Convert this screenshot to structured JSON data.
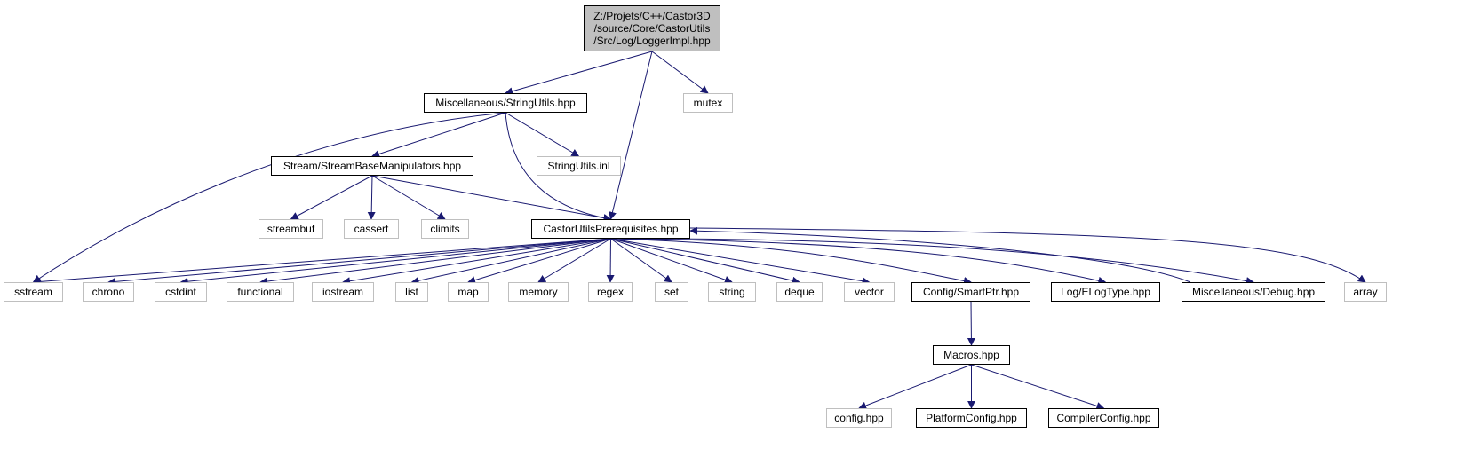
{
  "diagram": {
    "edge_color": "#191970",
    "root_fill": "#bfbfbf",
    "external_border": "#bfbfbf",
    "root": {
      "id": "root",
      "lines": [
        "Z:/Projets/C++/Castor3D",
        "/source/Core/CastorUtils",
        "/Src/Log/LoggerImpl.hpp"
      ]
    },
    "nodes": [
      {
        "id": "stringutils",
        "label": "Miscellaneous/StringUtils.hpp",
        "kind": "doc"
      },
      {
        "id": "mutex",
        "label": "mutex",
        "kind": "ext"
      },
      {
        "id": "streambase",
        "label": "Stream/StreamBaseManipulators.hpp",
        "kind": "doc"
      },
      {
        "id": "stringutilsinl",
        "label": "StringUtils.inl",
        "kind": "ext"
      },
      {
        "id": "streambuf",
        "label": "streambuf",
        "kind": "ext"
      },
      {
        "id": "cassert",
        "label": "cassert",
        "kind": "ext"
      },
      {
        "id": "climits",
        "label": "climits",
        "kind": "ext"
      },
      {
        "id": "prereq",
        "label": "CastorUtilsPrerequisites.hpp",
        "kind": "doc"
      },
      {
        "id": "sstream",
        "label": "sstream",
        "kind": "ext"
      },
      {
        "id": "chrono",
        "label": "chrono",
        "kind": "ext"
      },
      {
        "id": "cstdint",
        "label": "cstdint",
        "kind": "ext"
      },
      {
        "id": "functional",
        "label": "functional",
        "kind": "ext"
      },
      {
        "id": "iostream",
        "label": "iostream",
        "kind": "ext"
      },
      {
        "id": "list",
        "label": "list",
        "kind": "ext"
      },
      {
        "id": "map",
        "label": "map",
        "kind": "ext"
      },
      {
        "id": "memory",
        "label": "memory",
        "kind": "ext"
      },
      {
        "id": "regex",
        "label": "regex",
        "kind": "ext"
      },
      {
        "id": "set",
        "label": "set",
        "kind": "ext"
      },
      {
        "id": "string",
        "label": "string",
        "kind": "ext"
      },
      {
        "id": "deque",
        "label": "deque",
        "kind": "ext"
      },
      {
        "id": "vector",
        "label": "vector",
        "kind": "ext"
      },
      {
        "id": "smartptr",
        "label": "Config/SmartPtr.hpp",
        "kind": "doc"
      },
      {
        "id": "elogtype",
        "label": "Log/ELogType.hpp",
        "kind": "doc"
      },
      {
        "id": "debug",
        "label": "Miscellaneous/Debug.hpp",
        "kind": "doc"
      },
      {
        "id": "array",
        "label": "array",
        "kind": "ext"
      },
      {
        "id": "macros",
        "label": "Macros.hpp",
        "kind": "doc"
      },
      {
        "id": "confighpp",
        "label": "config.hpp",
        "kind": "ext"
      },
      {
        "id": "platformconfig",
        "label": "PlatformConfig.hpp",
        "kind": "doc"
      },
      {
        "id": "compilerconfig",
        "label": "CompilerConfig.hpp",
        "kind": "doc"
      }
    ],
    "edges": [
      [
        "root",
        "stringutils"
      ],
      [
        "root",
        "prereq"
      ],
      [
        "root",
        "mutex"
      ],
      [
        "stringutils",
        "sstream"
      ],
      [
        "stringutils",
        "streambase"
      ],
      [
        "stringutils",
        "prereq"
      ],
      [
        "stringutils",
        "stringutilsinl"
      ],
      [
        "streambase",
        "streambuf"
      ],
      [
        "streambase",
        "cassert"
      ],
      [
        "streambase",
        "climits"
      ],
      [
        "streambase",
        "prereq"
      ],
      [
        "prereq",
        "sstream"
      ],
      [
        "prereq",
        "chrono"
      ],
      [
        "prereq",
        "cstdint"
      ],
      [
        "prereq",
        "functional"
      ],
      [
        "prereq",
        "iostream"
      ],
      [
        "prereq",
        "list"
      ],
      [
        "prereq",
        "map"
      ],
      [
        "prereq",
        "memory"
      ],
      [
        "prereq",
        "regex"
      ],
      [
        "prereq",
        "set"
      ],
      [
        "prereq",
        "string"
      ],
      [
        "prereq",
        "deque"
      ],
      [
        "prereq",
        "vector"
      ],
      [
        "prereq",
        "smartptr"
      ],
      [
        "prereq",
        "elogtype"
      ],
      [
        "prereq",
        "debug"
      ],
      [
        "prereq",
        "array"
      ],
      [
        "debug",
        "prereq"
      ],
      [
        "smartptr",
        "macros"
      ],
      [
        "macros",
        "confighpp"
      ],
      [
        "macros",
        "platformconfig"
      ],
      [
        "macros",
        "compilerconfig"
      ]
    ]
  }
}
